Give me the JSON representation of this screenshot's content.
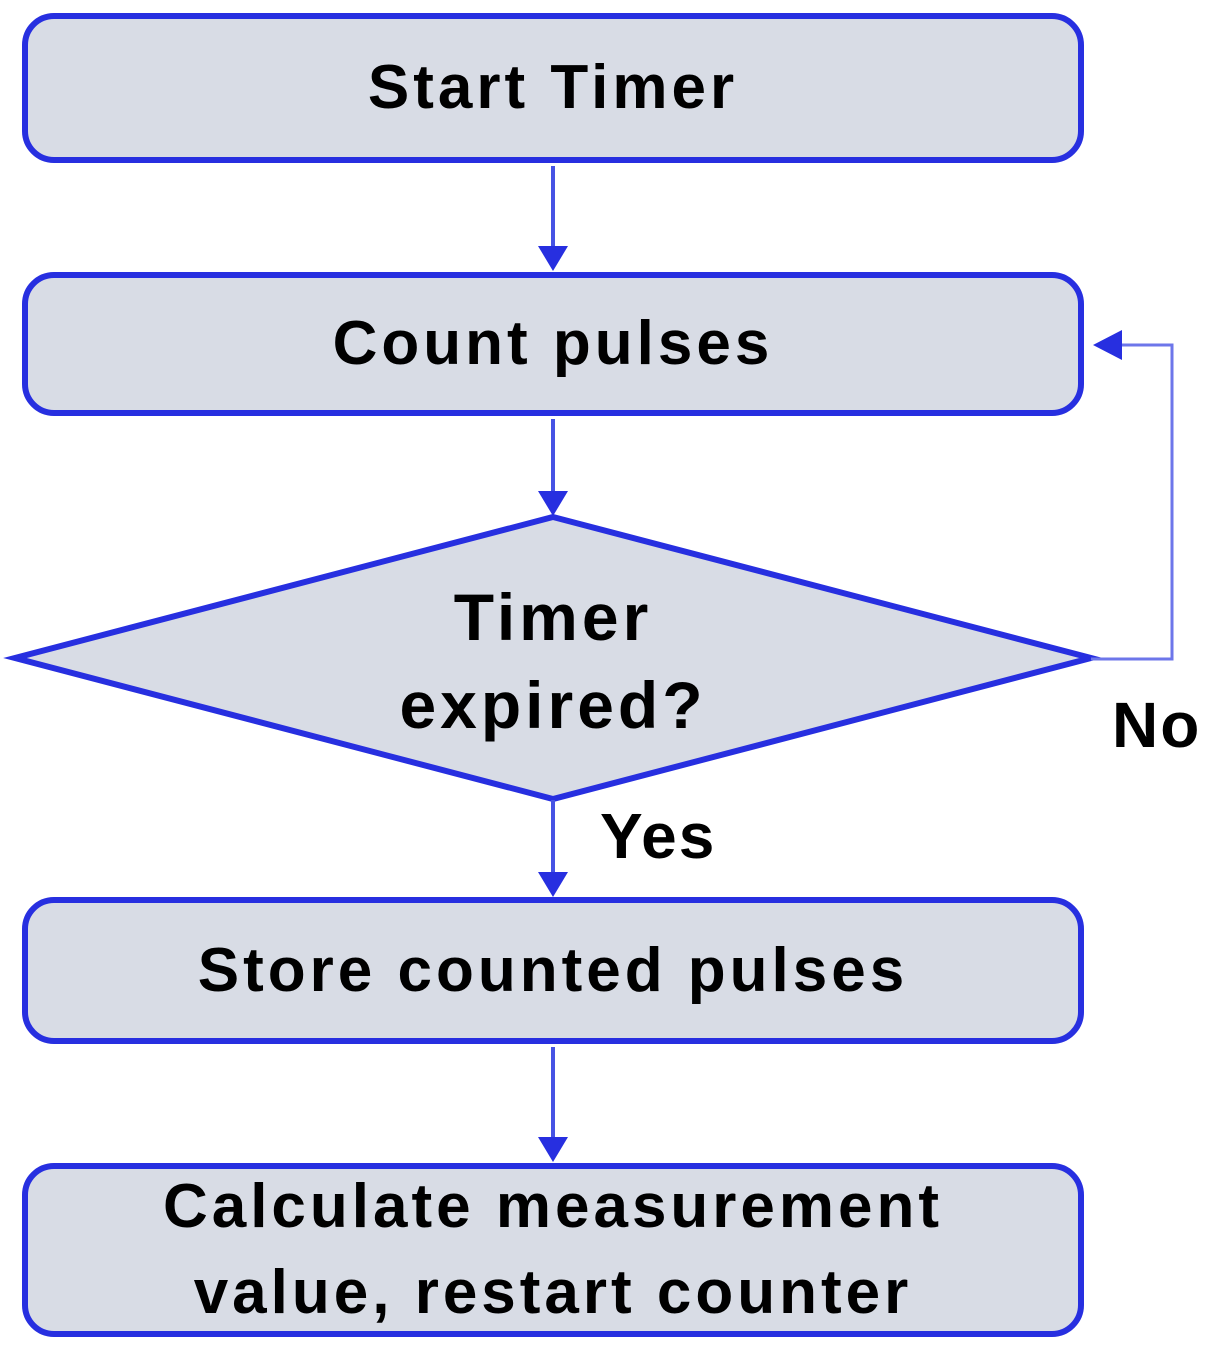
{
  "diagram": {
    "title_hint": "pulse counting flowchart",
    "nodes": {
      "start": {
        "label": "Start Timer"
      },
      "count": {
        "label": "Count pulses"
      },
      "decision": {
        "lines": [
          "Timer",
          "expired?"
        ]
      },
      "store": {
        "label": "Store counted pulses"
      },
      "calc": {
        "lines": [
          "Calculate measurement",
          "value, restart counter"
        ]
      }
    },
    "edges": {
      "yes_label": "Yes",
      "no_label": "No"
    },
    "colors": {
      "node_border": "#272fe0",
      "node_fill": "#d8dce5",
      "arrow_shaft": "#4653e4",
      "arrow_head": "#272fe0",
      "feedback_line": "#6d76ea",
      "text": "#000000",
      "background": "#ffffff"
    }
  }
}
